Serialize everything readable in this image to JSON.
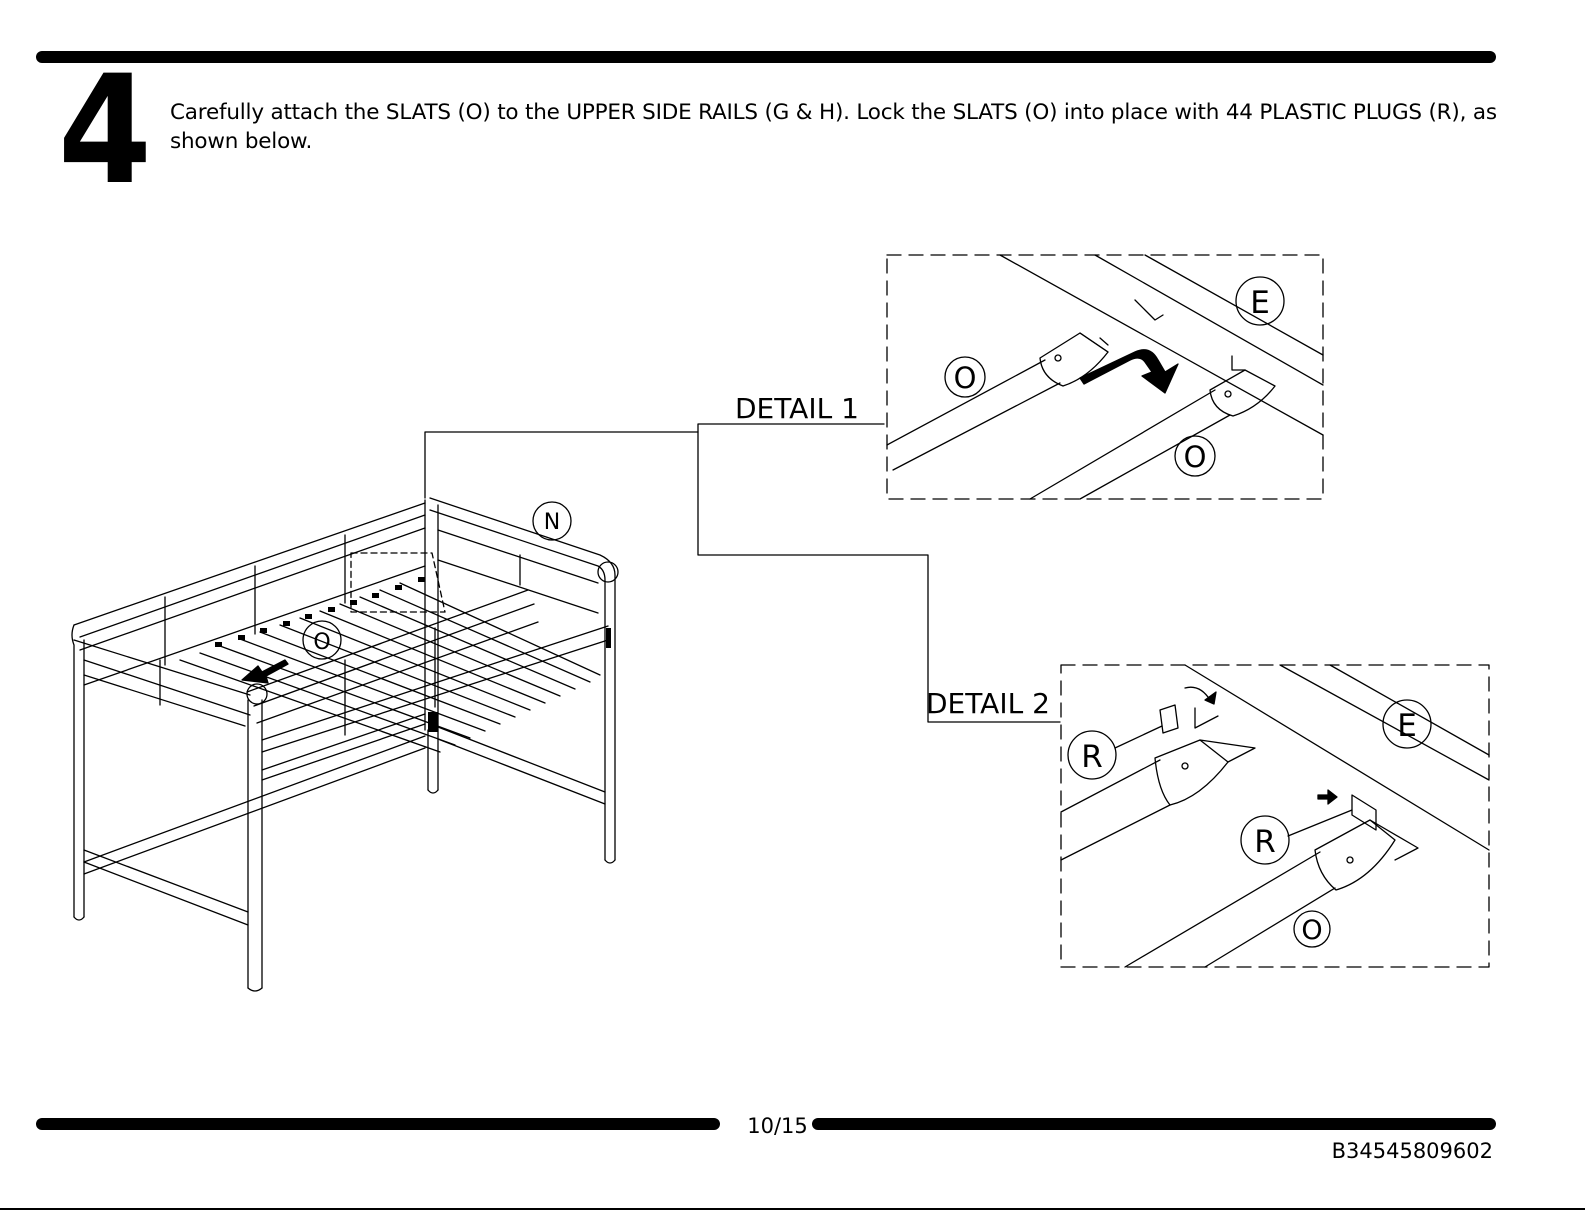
{
  "step": {
    "number": "4",
    "instruction": "Carefully attach the SLATS (O) to the UPPER SIDE RAILS (G & H). Lock the SLATS (O) into place with 44 PLASTIC PLUGS (R), as shown below."
  },
  "illustration": {
    "main_labels": {
      "headboard": "N",
      "slat": "O"
    },
    "detail1": {
      "title": "DETAIL 1",
      "slat_upper": "O",
      "slat_lower": "O",
      "rail": "E"
    },
    "detail2": {
      "title": "DETAIL 2",
      "plug_upper": "R",
      "plug_lower": "R",
      "rail": "E",
      "slat": "O"
    }
  },
  "footer": {
    "page": "10/15",
    "code": "B34545809602"
  }
}
